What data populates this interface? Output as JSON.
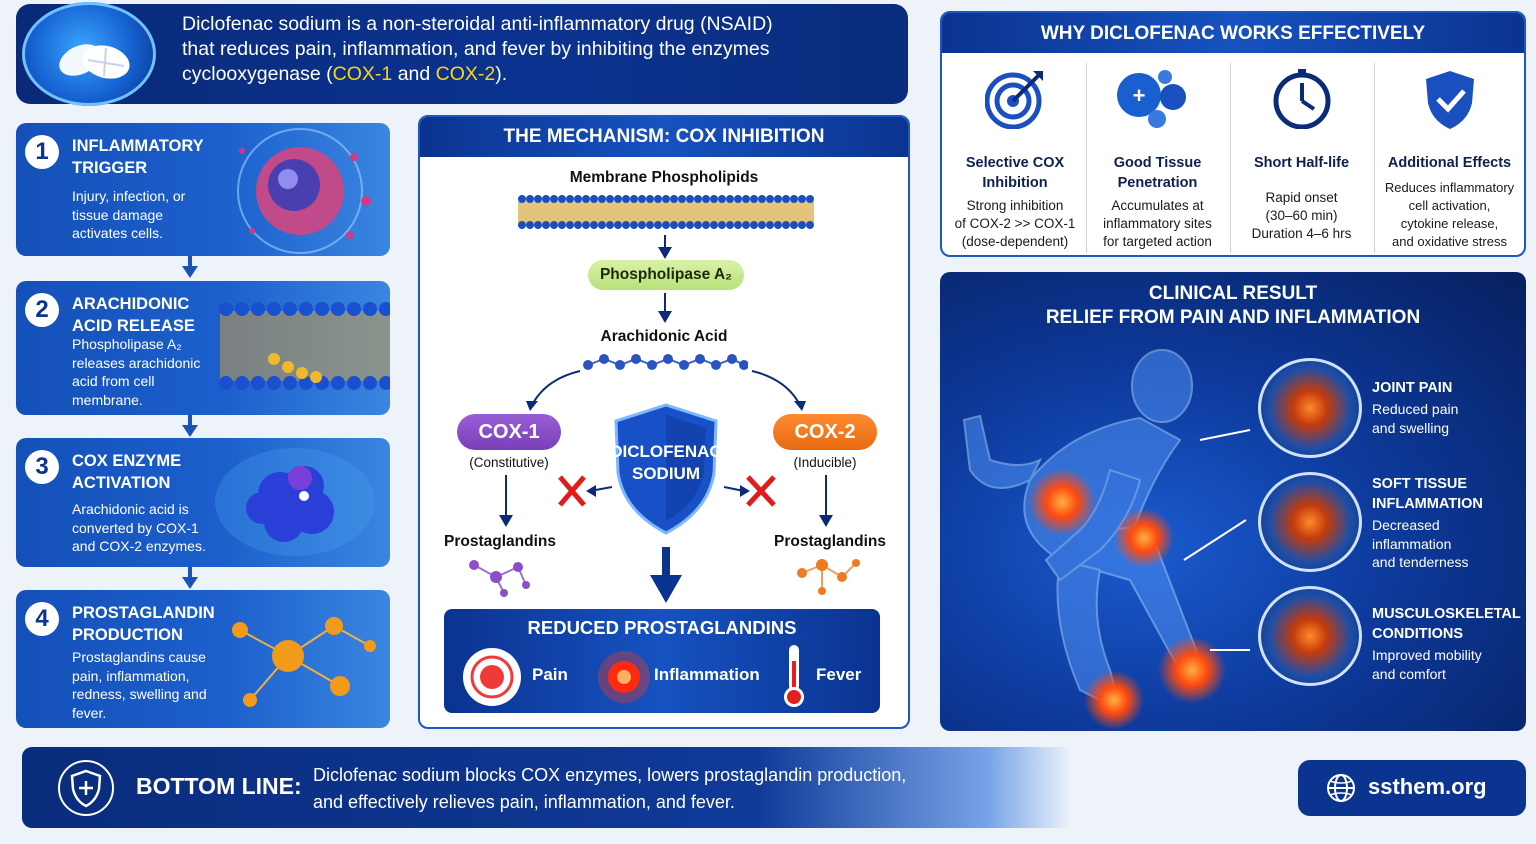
{
  "header": {
    "text_1": "Diclofenac sodium is a non-steroidal anti-inflammatory drug (NSAID)",
    "text_2": "that reduces pain, inflammation, and fever by inhibiting the enzymes",
    "text_3a": "cyclooxygenase (",
    "cox1": "COX-1",
    "and": " and ",
    "cox2": "COX-2",
    "text_3b": ").",
    "highlight_color": "#ffd21a"
  },
  "steps": [
    {
      "num": "1",
      "title": "INFLAMMATORY TRIGGER",
      "desc": "Injury, infection, or tissue damage activates cells."
    },
    {
      "num": "2",
      "title": "ARACHIDONIC ACID RELEASE",
      "desc": "Phospholipase A₂ releases arachidonic acid from cell membrane."
    },
    {
      "num": "3",
      "title": "COX ENZYME ACTIVATION",
      "desc": "Arachidonic acid is converted by COX-1 and COX-2 enzymes."
    },
    {
      "num": "4",
      "title": "PROSTAGLANDIN PRODUCTION",
      "desc": "Prostaglandins cause pain, inflammation, redness, swelling and fever."
    }
  ],
  "mechanism": {
    "title": "THE MECHANISM: COX INHIBITION",
    "membrane": "Membrane Phospholipids",
    "enzyme": "Phospholipase A₂",
    "acid": "Arachidonic Acid",
    "cox1": "COX-1",
    "cox1_sub": "(Constitutive)",
    "cox2": "COX-2",
    "cox2_sub": "(Inducible)",
    "drug_1": "DICLOFENAC",
    "drug_2": "SODIUM",
    "prost_left": "Prostaglandins",
    "prost_right": "Prostaglandins",
    "reduced_title": "REDUCED PROSTAGLANDINS",
    "effects": [
      "Pain",
      "Inflammation",
      "Fever"
    ],
    "cox1_color": "#8a4fc8",
    "cox2_color": "#f07a1e"
  },
  "why": {
    "title": "WHY DICLOFENAC WORKS EFFECTIVELY",
    "items": [
      {
        "icon": "target-icon",
        "title_1": "Selective COX",
        "title_2": "Inhibition",
        "desc_1": "Strong inhibition",
        "desc_2": "of COX-2 >> COX-1",
        "desc_3": "(dose-dependent)"
      },
      {
        "icon": "molecules-icon",
        "title_1": "Good Tissue",
        "title_2": "Penetration",
        "desc_1": "Accumulates at",
        "desc_2": "inflammatory sites",
        "desc_3": "for targeted action"
      },
      {
        "icon": "clock-icon",
        "title_1": "Short Half-life",
        "title_2": "",
        "desc_1": "Rapid onset",
        "desc_2": "(30–60 min)",
        "desc_3": "Duration 4–6 hrs"
      },
      {
        "icon": "shield-check-icon",
        "title_1": "Additional Effects",
        "title_2": "",
        "desc_1": "Reduces inflammatory",
        "desc_2": "cell activation,",
        "desc_3": "cytokine release,",
        "desc_4": "and oxidative stress"
      }
    ]
  },
  "clinical": {
    "title_1": "CLINICAL RESULT",
    "title_2": "RELIEF FROM PAIN AND INFLAMMATION",
    "items": [
      {
        "title_1": "JOINT PAIN",
        "title_2": "",
        "desc_1": "Reduced pain",
        "desc_2": "and swelling",
        "desc_3": ""
      },
      {
        "title_1": "SOFT TISSUE",
        "title_2": "INFLAMMATION",
        "desc_1": "Decreased",
        "desc_2": "inflammation",
        "desc_3": "and tenderness"
      },
      {
        "title_1": "MUSCULOSKELETAL",
        "title_2": "CONDITIONS",
        "desc_1": "Improved mobility",
        "desc_2": "and comfort",
        "desc_3": ""
      }
    ]
  },
  "bottom": {
    "label": "BOTTOM LINE:",
    "text_1": "Diclofenac sodium blocks COX enzymes, lowers prostaglandin production,",
    "text_2": "and effectively relieves pain, inflammation, and fever."
  },
  "site": "ssthem.org"
}
